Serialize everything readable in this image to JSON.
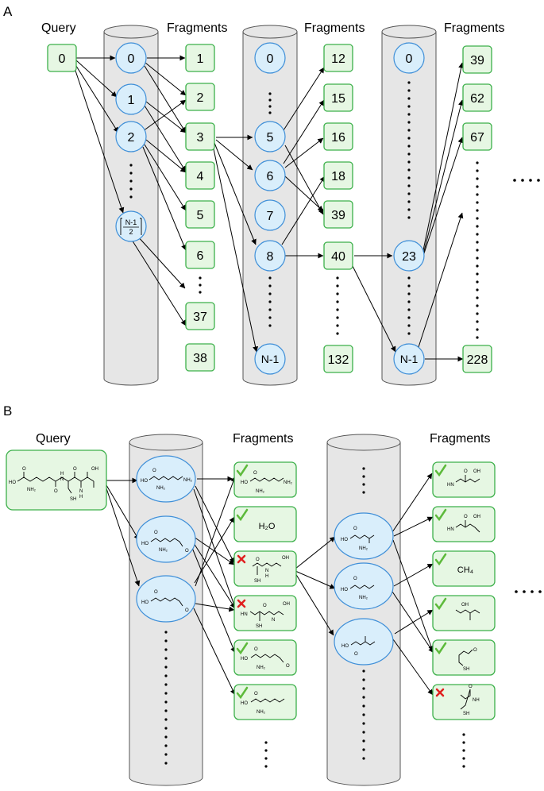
{
  "panel_a": {
    "label": "A",
    "query_label": "Query",
    "fragments_label": "Fragments",
    "query_value": "0",
    "col1_nodes": [
      "0",
      "1",
      "2"
    ],
    "col1_last_node": {
      "num": "N-1",
      "den": "2"
    },
    "col1_fragments": [
      "1",
      "2",
      "3",
      "4",
      "5",
      "6",
      "37",
      "38"
    ],
    "col2_nodes": [
      "0",
      "5",
      "6",
      "7",
      "8",
      "N-1"
    ],
    "col2_fragments": [
      "12",
      "15",
      "16",
      "18",
      "39",
      "40",
      "132"
    ],
    "col3_nodes": [
      "0",
      "23",
      "N-1"
    ],
    "col3_fragments": [
      "39",
      "62",
      "67",
      "228"
    ]
  },
  "panel_b": {
    "label": "B",
    "query_label": "Query",
    "fragments_label": "Fragments",
    "water_label": "H₂O",
    "methane_label": "CH₄",
    "chem_text": {
      "ho": "HO",
      "oh": "OH",
      "nh2": "NH₂",
      "nh": "NH",
      "hn": "HN",
      "sh": "SH",
      "o": "O",
      "n": "N",
      "h": "H"
    },
    "col1_status": [
      "check",
      "check",
      "cross",
      "cross",
      "check",
      "check"
    ],
    "col2_status": [
      "check",
      "check",
      "check",
      "check",
      "check",
      "cross"
    ]
  },
  "colors": {
    "fragment_fill": "#e6f7e3",
    "fragment_stroke": "#3cb04a",
    "node_fill": "#d9eefb",
    "node_stroke": "#3f8fd8",
    "cylinder_fill": "#e6e6e6",
    "check": "#5dba3b",
    "cross": "#e02020"
  }
}
